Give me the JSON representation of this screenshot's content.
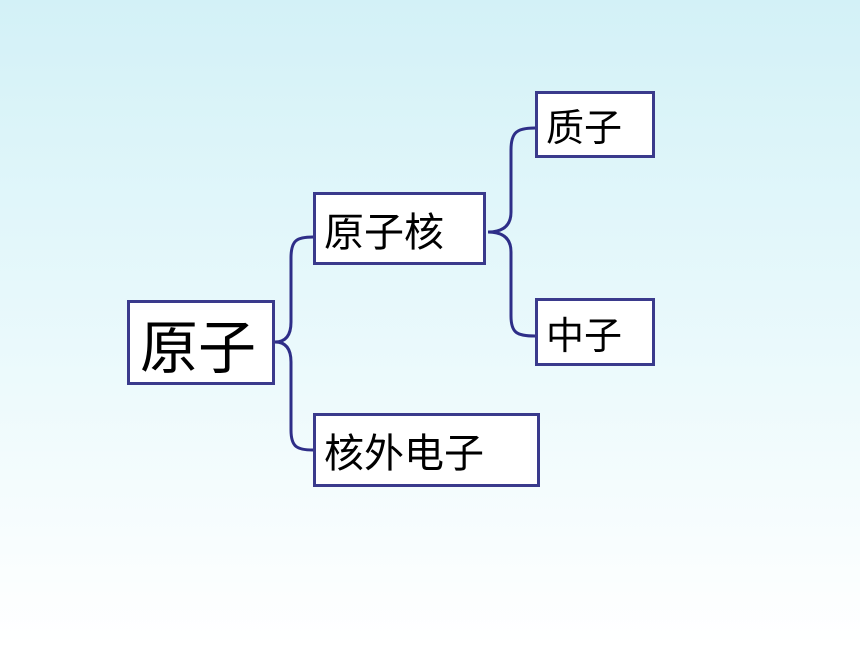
{
  "diagram": {
    "root": "原子",
    "nucleus": "原子核",
    "electrons": "核外电子",
    "proton": "质子",
    "neutron": "中子"
  },
  "colors": {
    "border": "#3a3a8c",
    "bracket": "#2e2e88",
    "background_top": "#d3f1f7",
    "background_bottom": "#ffffff"
  }
}
